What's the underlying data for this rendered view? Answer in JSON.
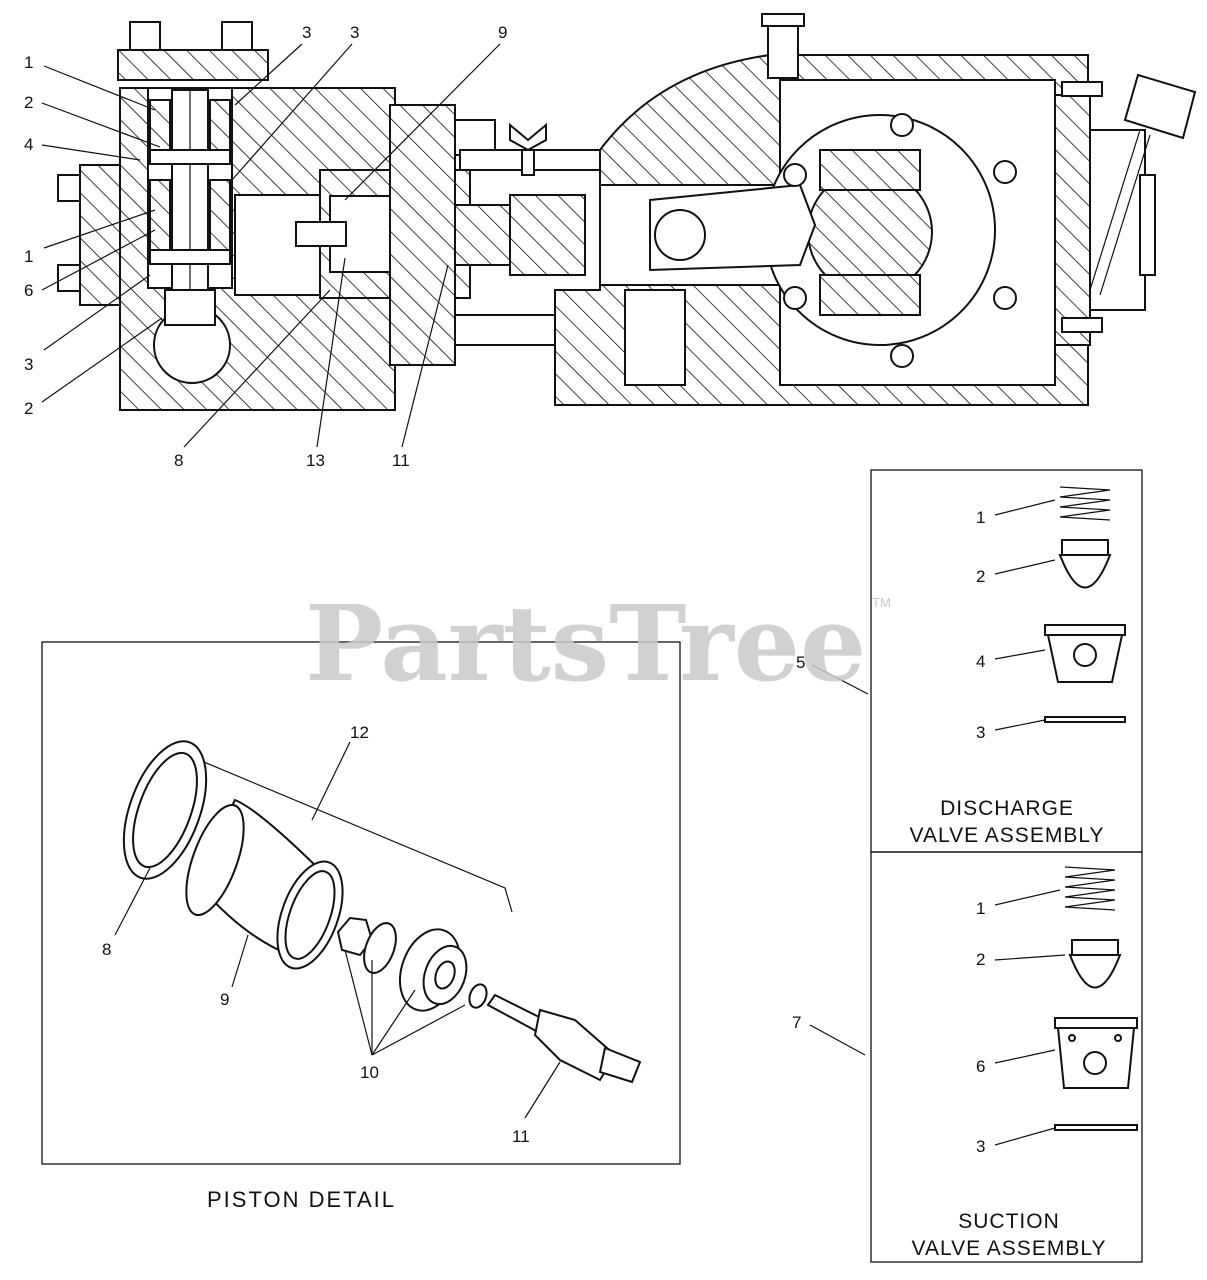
{
  "watermark": {
    "text": "PartsTree",
    "tm": "TM"
  },
  "pump_section": {
    "labels": [
      "1",
      "2",
      "4",
      "1",
      "6",
      "3",
      "2",
      "3",
      "3",
      "9",
      "8",
      "13",
      "11"
    ]
  },
  "piston_detail": {
    "caption": "PISTON DETAIL",
    "labels": [
      "12",
      "8",
      "9",
      "10",
      "11"
    ]
  },
  "discharge_valve": {
    "caption_line1": "DISCHARGE",
    "caption_line2": "VALVE ASSEMBLY",
    "callout": "5",
    "parts": [
      "1",
      "2",
      "4",
      "3"
    ]
  },
  "suction_valve": {
    "caption_line1": "SUCTION",
    "caption_line2": "VALVE ASSEMBLY",
    "callout": "7",
    "parts": [
      "1",
      "2",
      "6",
      "3"
    ]
  },
  "colors": {
    "line": "#111111",
    "watermark": "#c9c9c9"
  }
}
